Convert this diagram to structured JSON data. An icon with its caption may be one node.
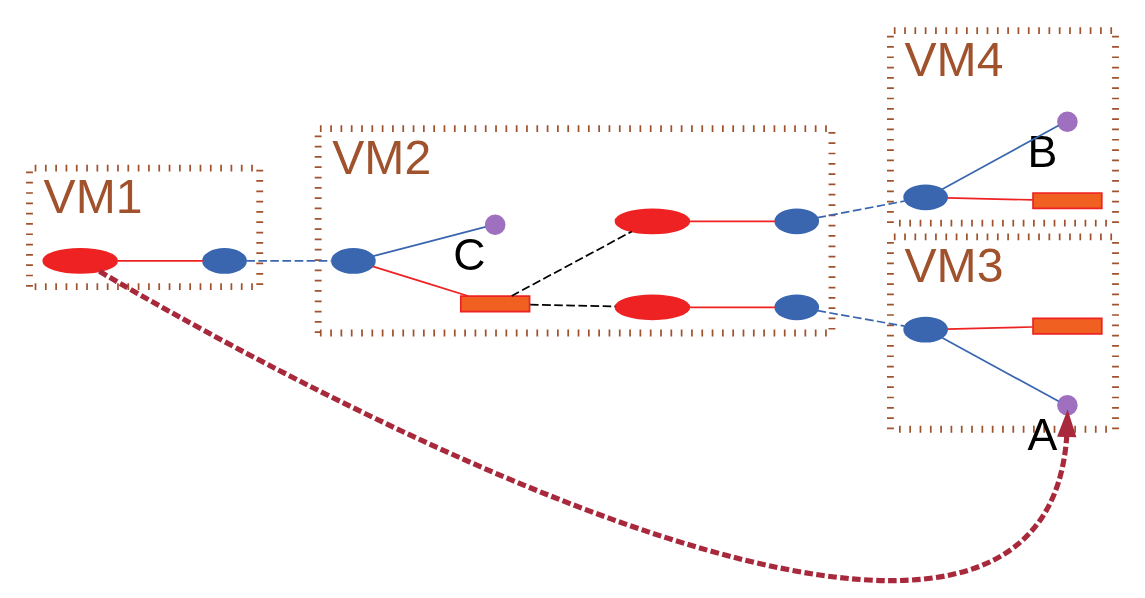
{
  "diagram": {
    "nodes": [
      {
        "text": [
          "VM1"
        ]
      },
      {
        "text": [],
        "shape": "ellipse",
        "in": 0
      },
      {
        "text": [],
        "shape": "ellipse",
        "in": 0
      },
      {
        "text": [
          "VM2"
        ]
      },
      {
        "text": [],
        "shape": "bar",
        "in": 3
      },
      {
        "text": [],
        "shape": "ellipse",
        "in": 3
      },
      {
        "text": [],
        "shape": "circle",
        "in": 3,
        "beside": [
          "C"
        ]
      },
      {
        "text": [],
        "shape": "ellipse",
        "in": 3
      },
      {
        "text": [],
        "shape": "ellipse",
        "in": 3
      },
      {
        "text": [],
        "shape": "ellipse",
        "in": 3
      },
      {
        "text": [],
        "shape": "ellipse",
        "in": 3
      },
      {
        "text": [
          "VM3"
        ]
      },
      {
        "text": [],
        "shape": "bar",
        "in": 11
      },
      {
        "text": [],
        "shape": "ellipse",
        "in": 11
      },
      {
        "text": [],
        "shape": "circle",
        "in": 11,
        "beside": [
          "A"
        ]
      },
      {
        "text": [
          "VM4"
        ]
      },
      {
        "text": [],
        "shape": "bar",
        "in": 15
      },
      {
        "text": [],
        "shape": "ellipse",
        "in": 15
      },
      {
        "text": [],
        "shape": "circle",
        "in": 15,
        "beside": [
          "B"
        ]
      }
    ],
    "edges": [
      {
        "from": 1,
        "to": 2,
        "arrow": "none",
        "color": "#ee2222"
      },
      {
        "from": 2,
        "to": 5,
        "arrow": "none",
        "style": "dashed",
        "color": "#3a66b0"
      },
      {
        "from": 5,
        "to": 4,
        "arrow": "none",
        "color": "#ee2222"
      },
      {
        "from": 5,
        "to": 6,
        "arrow": "none",
        "color": "#3a66b0"
      },
      {
        "from": 4,
        "to": 7,
        "arrow": "none",
        "style": "dashed",
        "color": "#000000"
      },
      {
        "from": 4,
        "to": 9,
        "arrow": "none",
        "style": "dashed",
        "color": "#000000"
      },
      {
        "from": 7,
        "to": 8,
        "arrow": "none",
        "color": "#ee2222"
      },
      {
        "from": 9,
        "to": 10,
        "arrow": "none",
        "color": "#ee2222"
      },
      {
        "from": 8,
        "to": 13,
        "arrow": "none",
        "style": "dashed",
        "color": "#3a66b0"
      },
      {
        "from": 13,
        "to": 12,
        "arrow": "none",
        "color": "#ee2222"
      },
      {
        "from": 13,
        "to": 14,
        "arrow": "none",
        "color": "#3a66b0"
      },
      {
        "from": 10,
        "to": 17,
        "arrow": "none",
        "style": "dashed",
        "color": "#3a66b0"
      },
      {
        "from": 17,
        "to": 16,
        "arrow": "none",
        "color": "#ee2222"
      },
      {
        "from": 17,
        "to": 18,
        "arrow": "none",
        "color": "#3a66b0"
      },
      {
        "from": 1,
        "to": 14,
        "arrow": "to",
        "style": "dashed",
        "color": "#a8283c"
      }
    ]
  }
}
